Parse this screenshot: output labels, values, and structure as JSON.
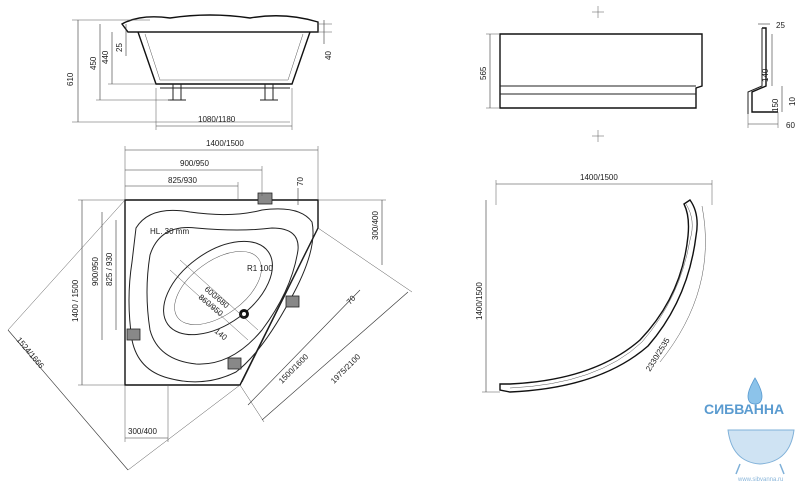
{
  "side_view": {
    "dim_610": "610",
    "dim_450": "450",
    "dim_440": "440",
    "dim_25": "25",
    "dim_40": "40",
    "dim_width": "1080/1180"
  },
  "plan_view": {
    "dim_top_overall": "1400/1500",
    "dim_top_mid": "900/950",
    "dim_top_inner": "825/930",
    "dim_70_top": "70",
    "dim_300_400_right": "300/400",
    "dim_left_overall": "1400 / 1500",
    "dim_left_mid": "900/950",
    "dim_left_inner": "825 / 930",
    "dim_diag_left": "1524/1666",
    "label_hl": "HL. 30 mm",
    "label_radius": "R1 100",
    "dim_inner_600": "600/680",
    "dim_inner_860": "860/950",
    "dim_140": "140",
    "dim_70_right": "70",
    "dim_diag_bottom": "1500/1600",
    "dim_diag_long": "1975/2100",
    "dim_300_400_bottom": "300/400"
  },
  "panel_front": {
    "dim_565": "565"
  },
  "panel_section": {
    "dim_25": "25",
    "dim_140": "140",
    "dim_150": "150",
    "dim_10": "10",
    "dim_60": "60"
  },
  "panel_plan": {
    "dim_top": "1400/1500",
    "dim_left": "1400/1500",
    "dim_arc": "2330/2535"
  },
  "logo": {
    "name": "СИБВАННА",
    "url": "www.sibvanna.ru",
    "brand_color": "#5a9bd0"
  }
}
